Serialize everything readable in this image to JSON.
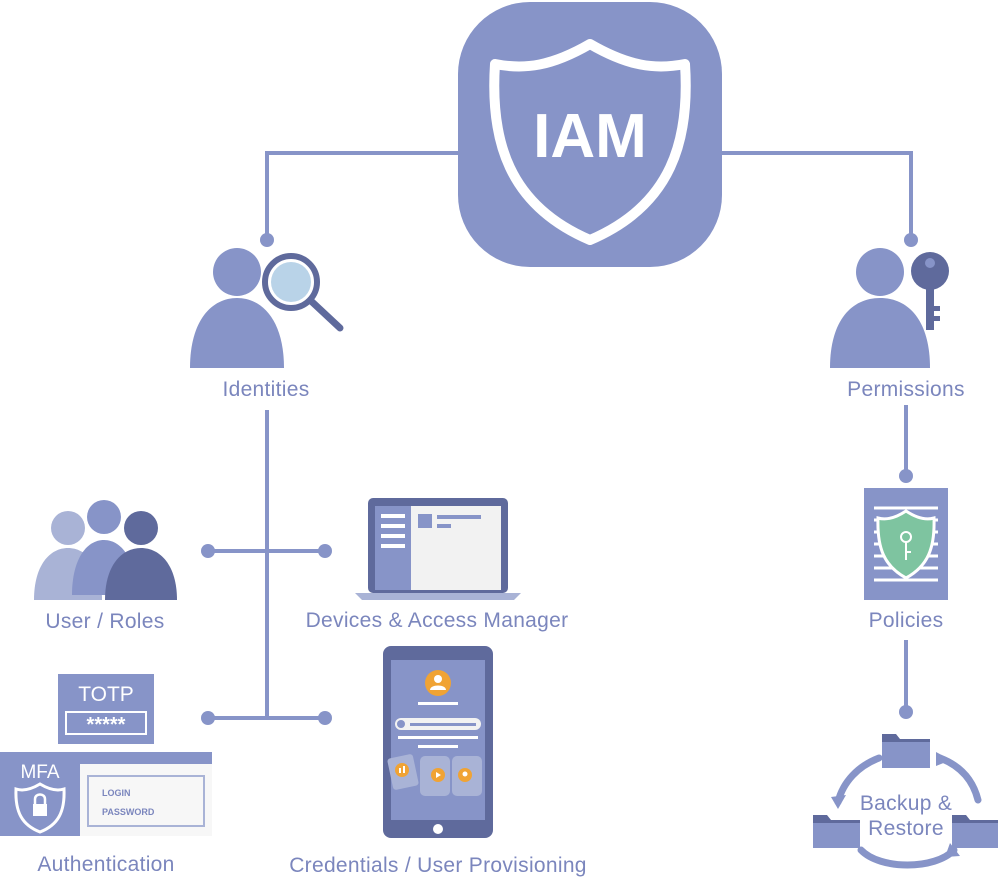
{
  "hub": {
    "title": "IAM"
  },
  "nodes": {
    "identities": "Identities",
    "permissions": "Permissions",
    "users_roles": "User / Roles",
    "devices": "Devices & Access Manager",
    "policies": "Policies",
    "authentication": "Authentication",
    "credentials": "Credentials / User Provisioning",
    "backup_line1": "Backup &",
    "backup_line2": "Restore"
  },
  "auth_widget": {
    "totp_label": "TOTP",
    "totp_code": "*****",
    "mfa_label": "MFA",
    "login_label": "LOGIN",
    "password_label": "PASSWORD"
  },
  "colors": {
    "primary": "#8794c8",
    "dark": "#5f6a9c",
    "light": "#a9b3d6",
    "label": "#7b86bd",
    "green": "#7ec4a0",
    "orange": "#f0a334"
  }
}
